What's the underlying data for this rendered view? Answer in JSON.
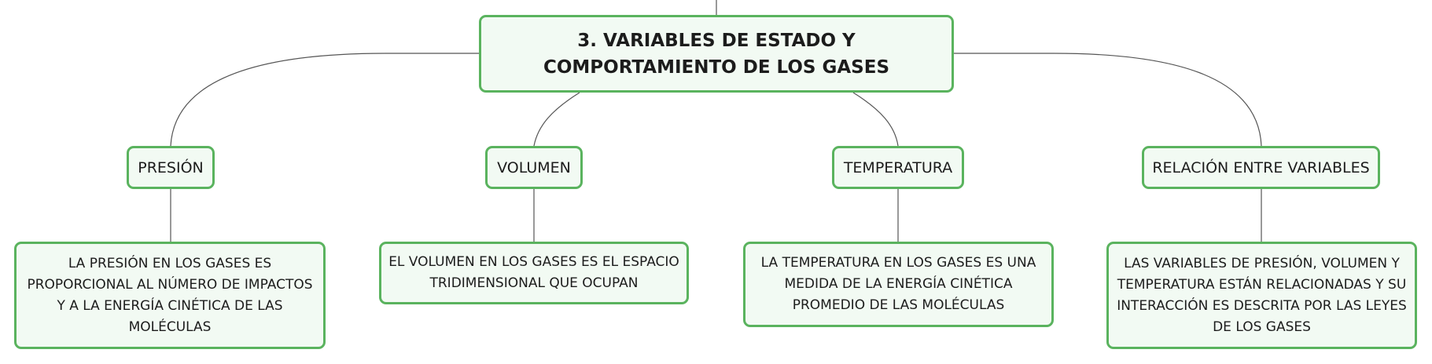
{
  "root": {
    "title": "3. VARIABLES DE ESTADO Y COMPORTAMIENTO DE LOS GASES"
  },
  "branches": [
    {
      "label": "PRESIÓN",
      "detail": "LA PRESIÓN EN LOS GASES ES PROPORCIONAL AL NÚMERO DE IMPACTOS Y A LA ENERGÍA CINÉTICA DE LAS MOLÉCULAS"
    },
    {
      "label": "VOLUMEN",
      "detail": "EL VOLUMEN EN LOS GASES ES EL ESPACIO TRIDIMENSIONAL QUE OCUPAN"
    },
    {
      "label": "TEMPERATURA",
      "detail": "LA TEMPERATURA EN LOS GASES ES UNA MEDIDA DE LA ENERGÍA CINÉTICA PROMEDIO DE LAS MOLÉCULAS"
    },
    {
      "label": "RELACIÓN ENTRE VARIABLES",
      "detail": "LAS VARIABLES DE PRESIÓN, VOLUMEN Y TEMPERATURA ESTÁN RELACIONADAS Y SU INTERACCIÓN ES DESCRITA POR LAS LEYES DE LOS GASES"
    }
  ],
  "colors": {
    "node_border": "#5ab35e",
    "node_fill": "#f2faf3",
    "connector": "#555555"
  }
}
